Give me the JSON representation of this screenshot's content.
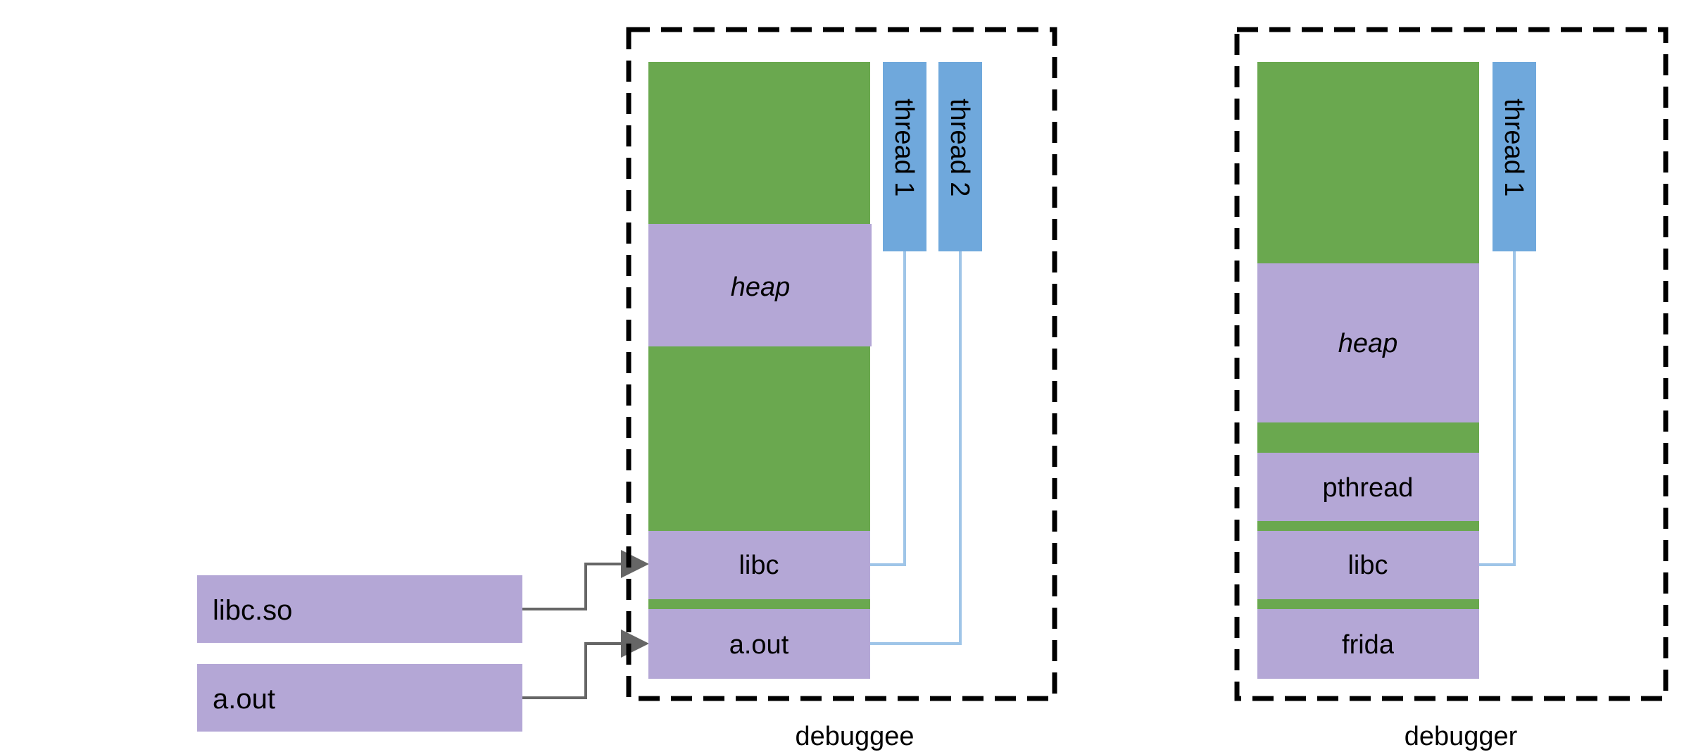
{
  "colors": {
    "memory": "#6aa84f",
    "region": "#b4a7d6",
    "thread": "#6fa8dc",
    "thread_line": "#9fc5e8",
    "arrow": "#666666",
    "border": "#000000"
  },
  "files": {
    "libc_so": "libc.so",
    "a_out": "a.out"
  },
  "debuggee": {
    "caption": "debuggee",
    "heap": "heap",
    "libc": "libc",
    "a_out": "a.out",
    "thread_1": "thread 1",
    "thread_2": "thread 2"
  },
  "debugger": {
    "caption": "debugger",
    "heap": "heap",
    "pthread": "pthread",
    "libc": "libc",
    "frida": "frida",
    "thread_1": "thread 1"
  }
}
